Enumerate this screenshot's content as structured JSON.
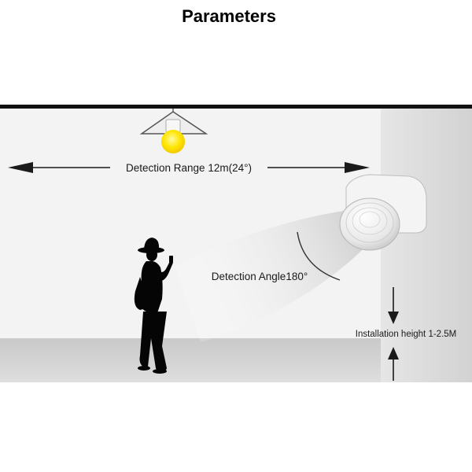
{
  "title": "Parameters",
  "labels": {
    "detection_range": "Detection Range 12m(24°)",
    "detection_angle": "Detection Angle180°",
    "installation_height": "Installation height 1-2.5M"
  },
  "colors": {
    "ceiling": "#111111",
    "wall_panel": "#d8d8d8",
    "floor": "#d3d3d3",
    "bulb_glow": "#ffe500",
    "text": "#1a1a1a"
  }
}
